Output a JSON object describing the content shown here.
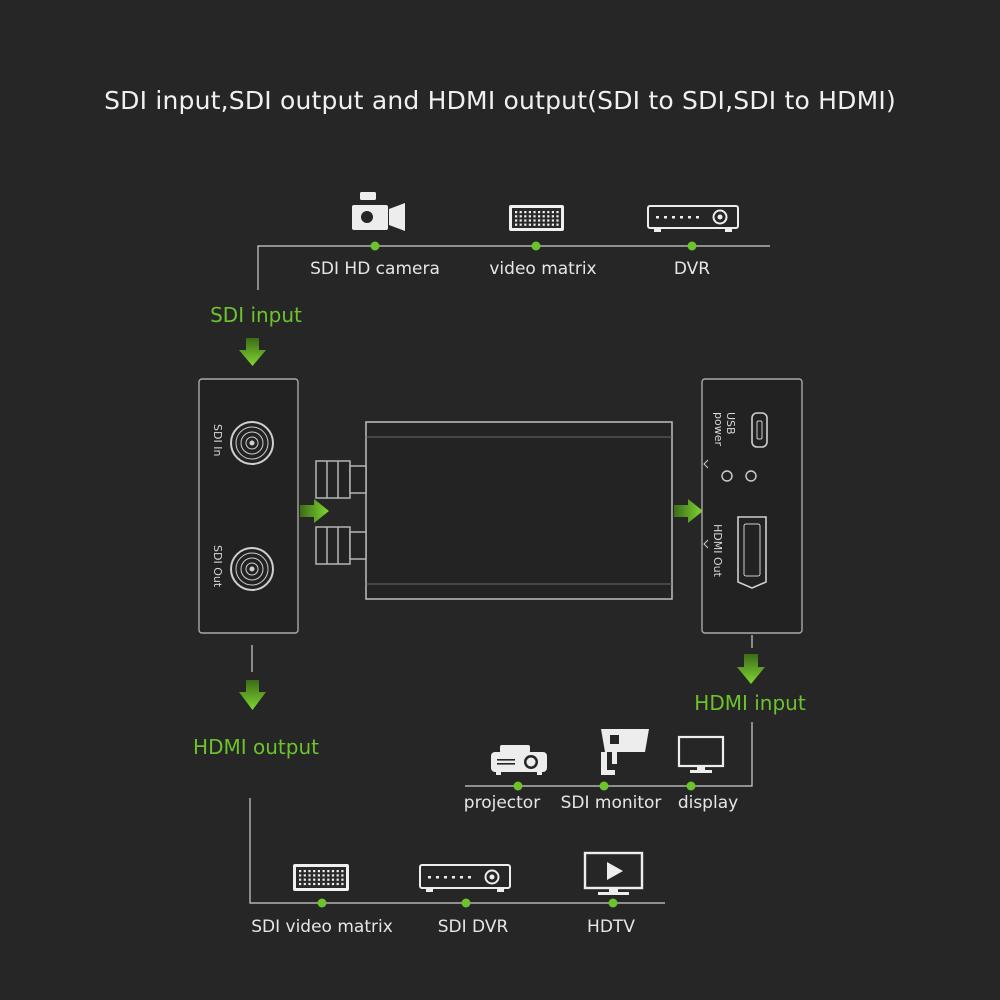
{
  "title": "SDI input,SDI output and HDMI output(SDI to SDI,SDI to HDMI)",
  "colors": {
    "background": "#262626",
    "accent": "#6cc32c",
    "line": "#cfcfcf",
    "device": "#aaaaaa"
  },
  "top_sources": [
    {
      "label": "SDI HD camera",
      "icon": "camera-icon"
    },
    {
      "label": "video matrix",
      "icon": "video-matrix-icon"
    },
    {
      "label": "DVR",
      "icon": "dvr-icon"
    }
  ],
  "labels": {
    "sdi_input": "SDI input",
    "hdmi_output": "HDMI output",
    "hdmi_input": "HDMI input"
  },
  "left_panel": {
    "port1": "SDI In",
    "port2": "SDI Out"
  },
  "right_panel": {
    "port1": "USB power",
    "port2": "HDMI Out"
  },
  "hdmi_devices": [
    {
      "label": "projector",
      "icon": "projector-icon"
    },
    {
      "label": "SDI monitor",
      "icon": "monitor-camera-icon"
    },
    {
      "label": "display",
      "icon": "display-icon"
    }
  ],
  "sdi_devices": [
    {
      "label": "SDI video matrix",
      "icon": "video-matrix-icon"
    },
    {
      "label": "SDI DVR",
      "icon": "dvr-icon"
    },
    {
      "label": "HDTV",
      "icon": "hdtv-icon"
    }
  ]
}
